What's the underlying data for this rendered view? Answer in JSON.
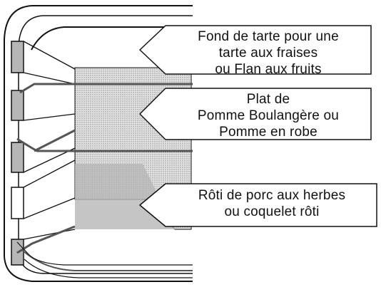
{
  "callouts": {
    "top": {
      "line1": "Fond de tarte pour une",
      "line2": "tarte aux fraises",
      "line3": "ou Flan aux fruits"
    },
    "middle": {
      "line1": "Plat de",
      "line2": "Pomme Boulangère ou",
      "line3": "Pomme en robe"
    },
    "bottom": {
      "line1": "Rôti de porc aux herbes",
      "line2": "ou coquelet rôti"
    }
  },
  "colors": {
    "outline": "#111111",
    "rack": "#555555",
    "dish_fill": "#d6d6d6"
  }
}
